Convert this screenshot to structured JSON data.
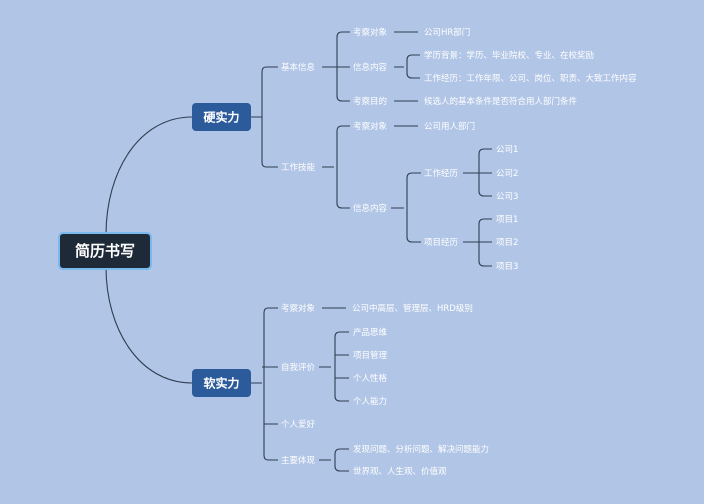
{
  "root": "简历书写",
  "hard": {
    "label": "硬实力",
    "basic": {
      "label": "基本信息",
      "target": {
        "label": "考察对象",
        "value": "公司HR部门"
      },
      "content": {
        "label": "信息内容",
        "items": [
          "学历背景：学历、毕业院校、专业、在校奖励",
          "工作经历：工作年限、公司、岗位、职责、大致工作内容"
        ]
      },
      "purpose": {
        "label": "考察目的",
        "value": "候选人的基本条件是否符合用人部门条件"
      }
    },
    "skill": {
      "label": "工作技能",
      "target": {
        "label": "考察对象",
        "value": "公司用人部门"
      },
      "content": {
        "label": "信息内容",
        "work": {
          "label": "工作经历",
          "items": [
            "公司1",
            "公司2",
            "公司3"
          ]
        },
        "project": {
          "label": "项目经历",
          "items": [
            "项目1",
            "项目2",
            "项目3"
          ]
        }
      }
    }
  },
  "soft": {
    "label": "软实力",
    "target": {
      "label": "考察对象",
      "value": "公司中高层、管理层、HRD级别"
    },
    "self": {
      "label": "自我评价",
      "items": [
        "产品思维",
        "项目管理",
        "个人性格",
        "个人能力"
      ]
    },
    "hobby": {
      "label": "个人爱好"
    },
    "main": {
      "label": "主要体现",
      "items": [
        "发现问题、分析问题、解决问题能力",
        "世界观、人生观、价值观"
      ]
    }
  }
}
